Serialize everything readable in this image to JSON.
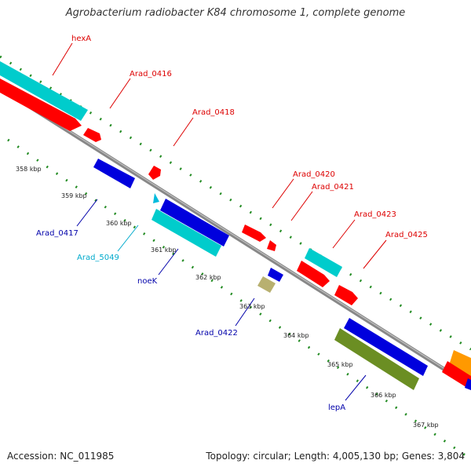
{
  "title": "Agrobacterium radiobacter K84 chromosome 1, complete genome",
  "footer": {
    "accession": "Accession: NC_011985",
    "topology": "Topology: circular; Length: 4,005,130 bp; Genes: 3,804"
  },
  "colors": {
    "forward_strand_cds": "#ff0000",
    "forward_strand_rrna": "#00cccc",
    "reverse_strand_cds": "#0000dd",
    "reverse_strand_misc": "#b8b070",
    "reverse_strand_other": "#6b8e23",
    "backbone": "#8a8a8a",
    "tick_marks": "#228b22",
    "forward_label": "#dd0000",
    "reverse_label": "#0000aa",
    "misc_label": "#00aacc"
  },
  "kbp_ticks": [
    "358 kbp",
    "359 kbp",
    "360 kbp",
    "361 kbp",
    "362 kbp",
    "363 kbp",
    "364 kbp",
    "365 kbp",
    "366 kbp",
    "367 kbp"
  ],
  "forward_genes": [
    {
      "name": "hexA"
    },
    {
      "name": "Arad_0416"
    },
    {
      "name": "Arad_0418"
    },
    {
      "name": "Arad_0420"
    },
    {
      "name": "Arad_0421"
    },
    {
      "name": "Arad_0423"
    },
    {
      "name": "Arad_0425"
    }
  ],
  "reverse_genes": [
    {
      "name": "Arad_0417"
    },
    {
      "name": "Arad_5049"
    },
    {
      "name": "noeK"
    },
    {
      "name": "Arad_0422"
    },
    {
      "name": "lepA"
    }
  ]
}
